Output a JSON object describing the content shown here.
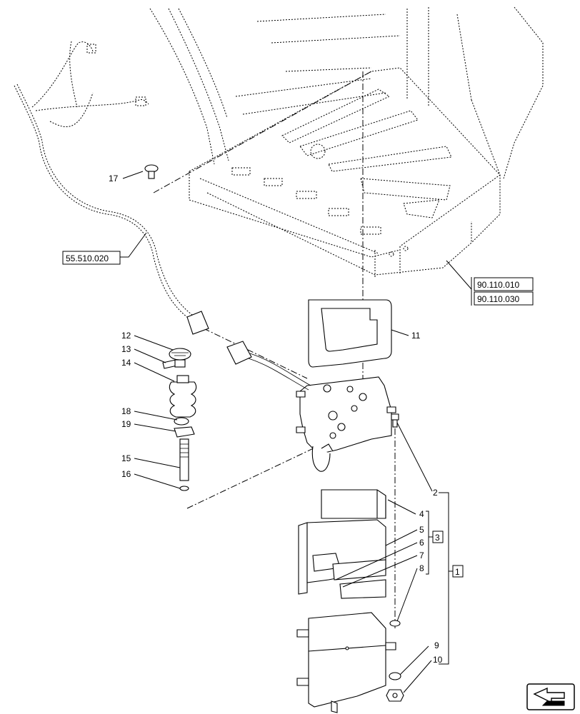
{
  "callouts": {
    "c1": "1",
    "c2": "2",
    "c3": "3",
    "c4": "4",
    "c5": "5",
    "c6": "6",
    "c7": "7",
    "c8": "8",
    "c9": "9",
    "c10": "10",
    "c11": "11",
    "c12": "12",
    "c13": "13",
    "c14": "14",
    "c15": "15",
    "c16": "16",
    "c17": "17",
    "c18": "18",
    "c19": "19"
  },
  "references": {
    "r1": "55.510.020",
    "r2": "90.110.010",
    "r3": "90.110.030"
  },
  "icons": {
    "nav": "arrow-navigation-icon"
  }
}
